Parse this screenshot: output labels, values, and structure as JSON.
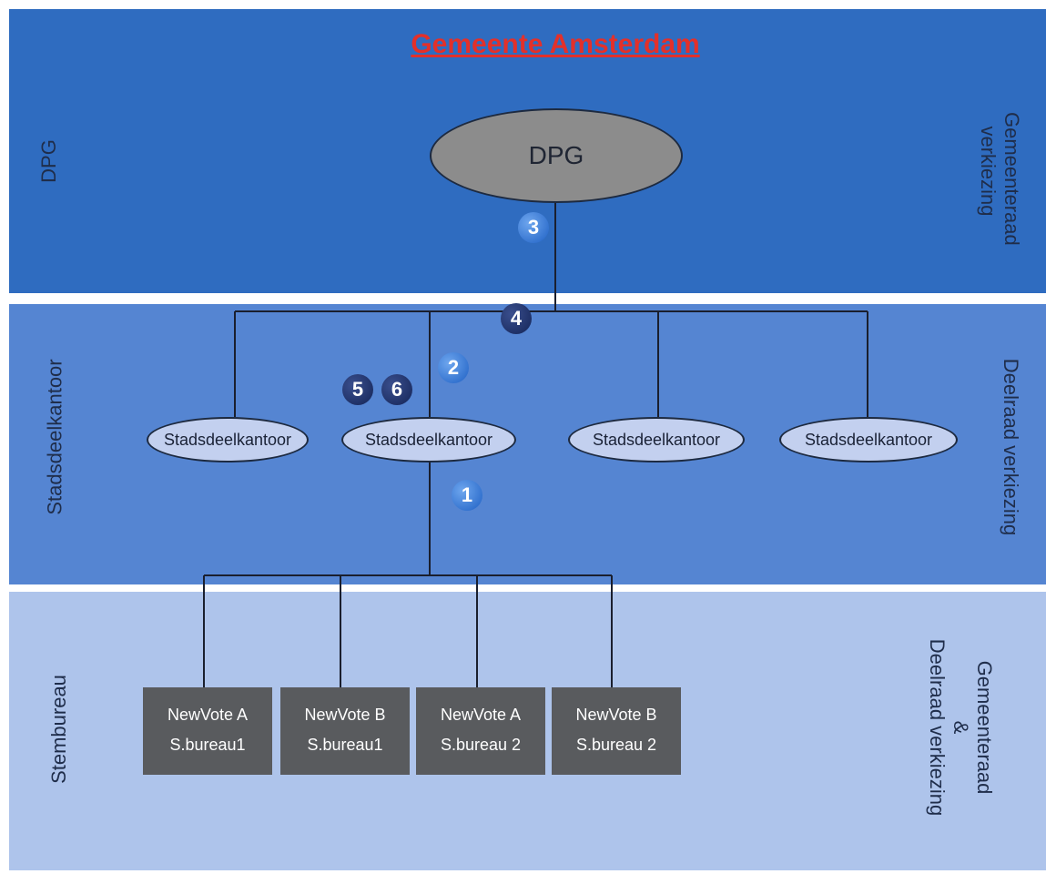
{
  "title": "Gemeente Amsterdam",
  "colors": {
    "top_band": "#2f6cc0",
    "middle_band": "#5585d2",
    "bottom_band": "#aec4eb",
    "title": "#e3302a"
  },
  "left_labels": {
    "top": "DPG",
    "middle": "Stadsdeelkantoor",
    "bottom": "Stembureau"
  },
  "right_labels": {
    "top": [
      "Gemeenteraad",
      "verkiezing"
    ],
    "middle": [
      "Deelraad verkiezing"
    ],
    "bottom": [
      "Gemeenteraad",
      "&",
      "Deelraad verkiezing"
    ]
  },
  "dpg_node": "DPG",
  "offices": [
    "Stadsdeelkantoor",
    "Stadsdeelkantoor",
    "Stadsdeelkantoor",
    "Stadsdeelkantoor"
  ],
  "boxes": [
    {
      "line1": "NewVote A",
      "line2": "S.bureau1"
    },
    {
      "line1": "NewVote B",
      "line2": "S.bureau1"
    },
    {
      "line1": "NewVote A",
      "line2": "S.bureau 2"
    },
    {
      "line1": "NewVote B",
      "line2": "S.bureau 2"
    }
  ],
  "badges": {
    "one": "1",
    "two": "2",
    "three": "3",
    "four": "4",
    "five": "5",
    "six": "6"
  }
}
